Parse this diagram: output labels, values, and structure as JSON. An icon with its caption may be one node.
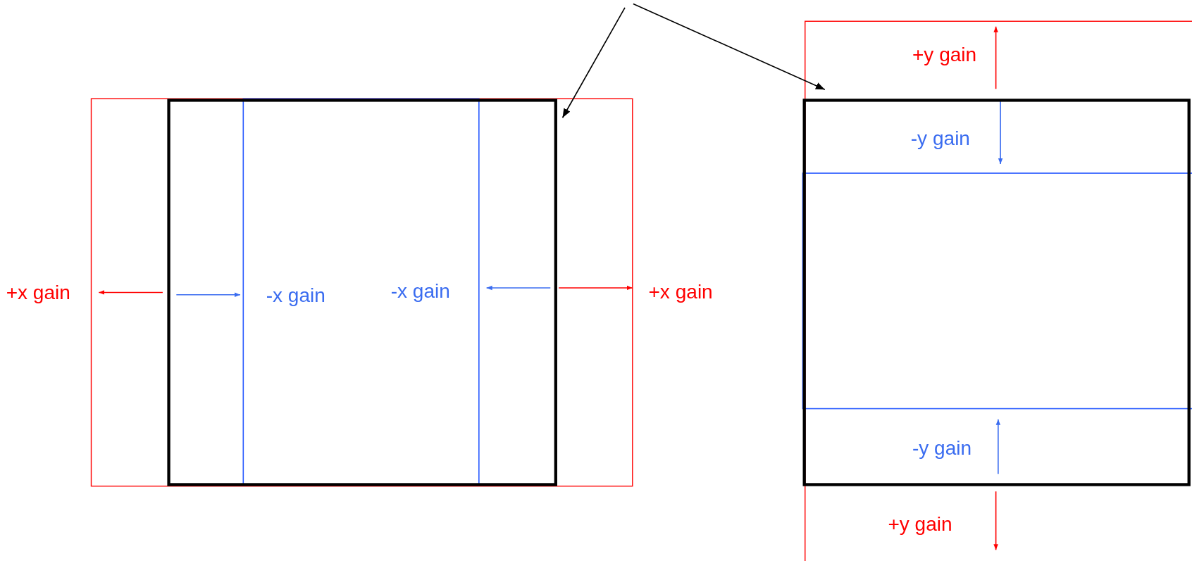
{
  "diagram": {
    "nodes": [
      {
        "text": [],
        "shape": "box"
      },
      {
        "text": [],
        "shape": "box"
      }
    ],
    "edges": [
      {
        "from": null,
        "to": 0,
        "arrow": "to"
      },
      {
        "from": null,
        "to": 1,
        "arrow": "to"
      }
    ],
    "labels": [
      "+y gain",
      "-y gain",
      "+x gain",
      "-x gain",
      "-x gain",
      "+x gain",
      "-y gain",
      "+y gain"
    ]
  }
}
